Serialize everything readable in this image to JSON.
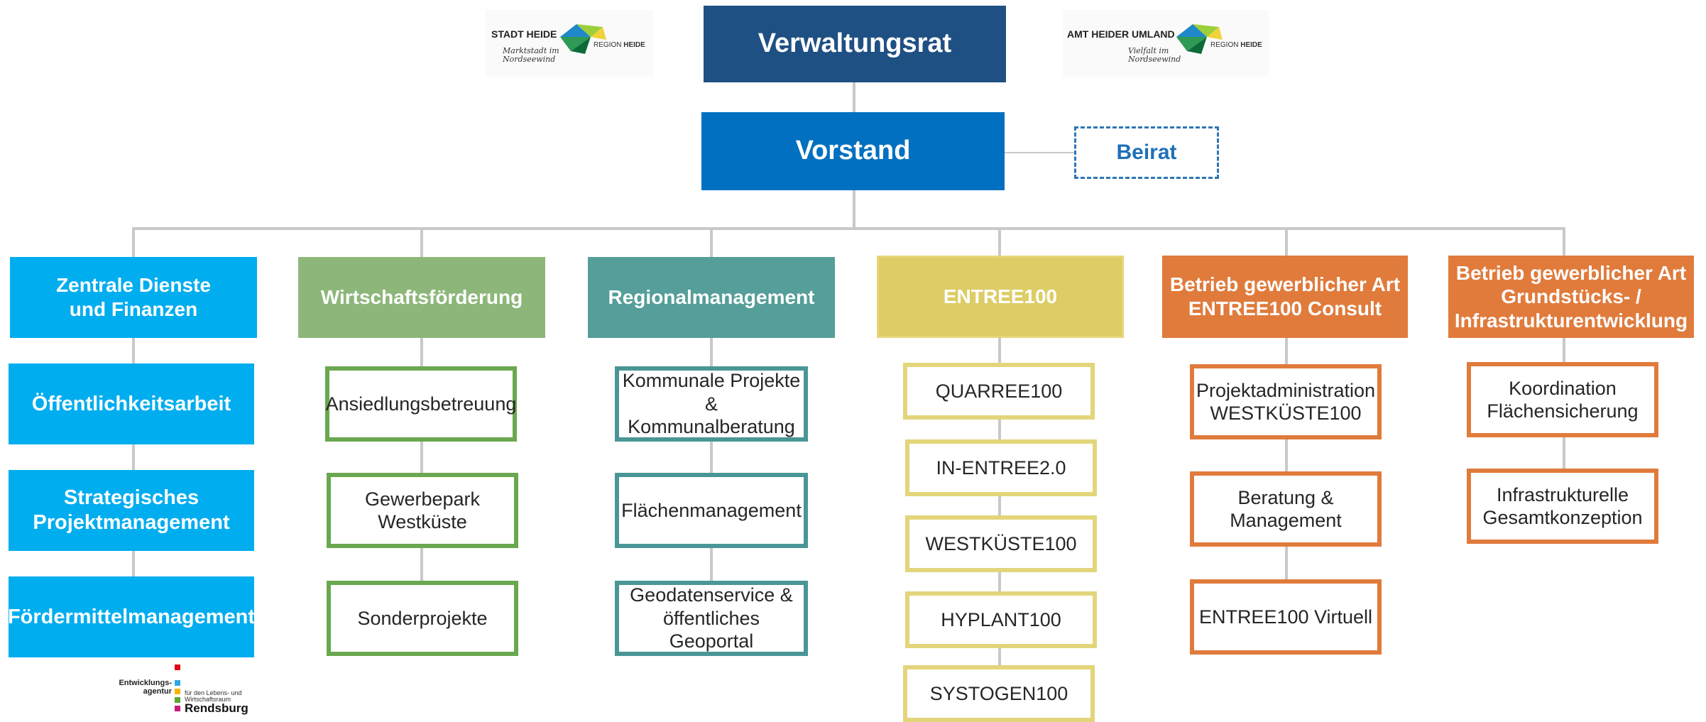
{
  "logos": {
    "stadt_heide": {
      "name": "STADT HEIDE",
      "tagline": "Marktstadt im Nordseewind",
      "region_prefix": "REGION",
      "region_bold": "HEIDE"
    },
    "amt_heider_umland": {
      "name": "AMT HEIDER UMLAND",
      "tagline": "Vielfalt im Nordseewind",
      "region_prefix": "REGION",
      "region_bold": "HEIDE"
    },
    "rendsburg": {
      "line1": "Entwicklungs-",
      "line2": "agentur",
      "small1": "für den Lebens- und",
      "small2": "Wirtschaftsraum",
      "city": "Rendsburg"
    }
  },
  "top": {
    "verwaltungsrat": "Verwaltungsrat",
    "vorstand": "Vorstand",
    "beirat": "Beirat"
  },
  "columns": [
    {
      "title": "Zentrale Dienste\nund Finanzen",
      "color": "#00adef",
      "style": "filled",
      "items": [
        "Öffentlichkeitsarbeit",
        "Strategisches\nProjektmanagement",
        "Fördermittelmanagement"
      ]
    },
    {
      "title": "Wirtschaftsförderung",
      "color": "#8db77a",
      "border": "#6aa84f",
      "style": "outlined",
      "items": [
        "Ansiedlungsbetreuung",
        "Gewerbepark\nWestküste",
        "Sonderprojekte"
      ]
    },
    {
      "title": "Regionalmanagement",
      "color": "#559e99",
      "border": "#4a9696",
      "style": "outlined",
      "items": [
        "Kommunale Projekte &\nKommunalberatung",
        "Flächenmanagement",
        "Geodatenservice &\nöffentliches Geoportal"
      ]
    },
    {
      "title": "ENTREE100",
      "color": "#dccd66",
      "border": "#e3d57a",
      "style": "outlined",
      "items": [
        "QUARREE100",
        "IN-ENTREE2.0",
        "WESTKÜSTE100",
        "HYPLANT100",
        "SYSTOGEN100"
      ]
    },
    {
      "title": "Betrieb gewerblicher Art\nENTREE100 Consult",
      "color": "#e07b3c",
      "border": "#e07b3c",
      "style": "outlined",
      "items": [
        "Projektadministration\nWESTKÜSTE100",
        "Beratung &\nManagement",
        "ENTREE100 Virtuell"
      ]
    },
    {
      "title": "Betrieb gewerblicher Art\nGrundstücks- /\nInfrastrukturentwicklung",
      "color": "#e07b3c",
      "border": "#e07b3c",
      "style": "outlined",
      "items": [
        "Koordination\nFlächensicherung",
        "Infrastrukturelle\nGesamtkonzeption"
      ]
    }
  ]
}
